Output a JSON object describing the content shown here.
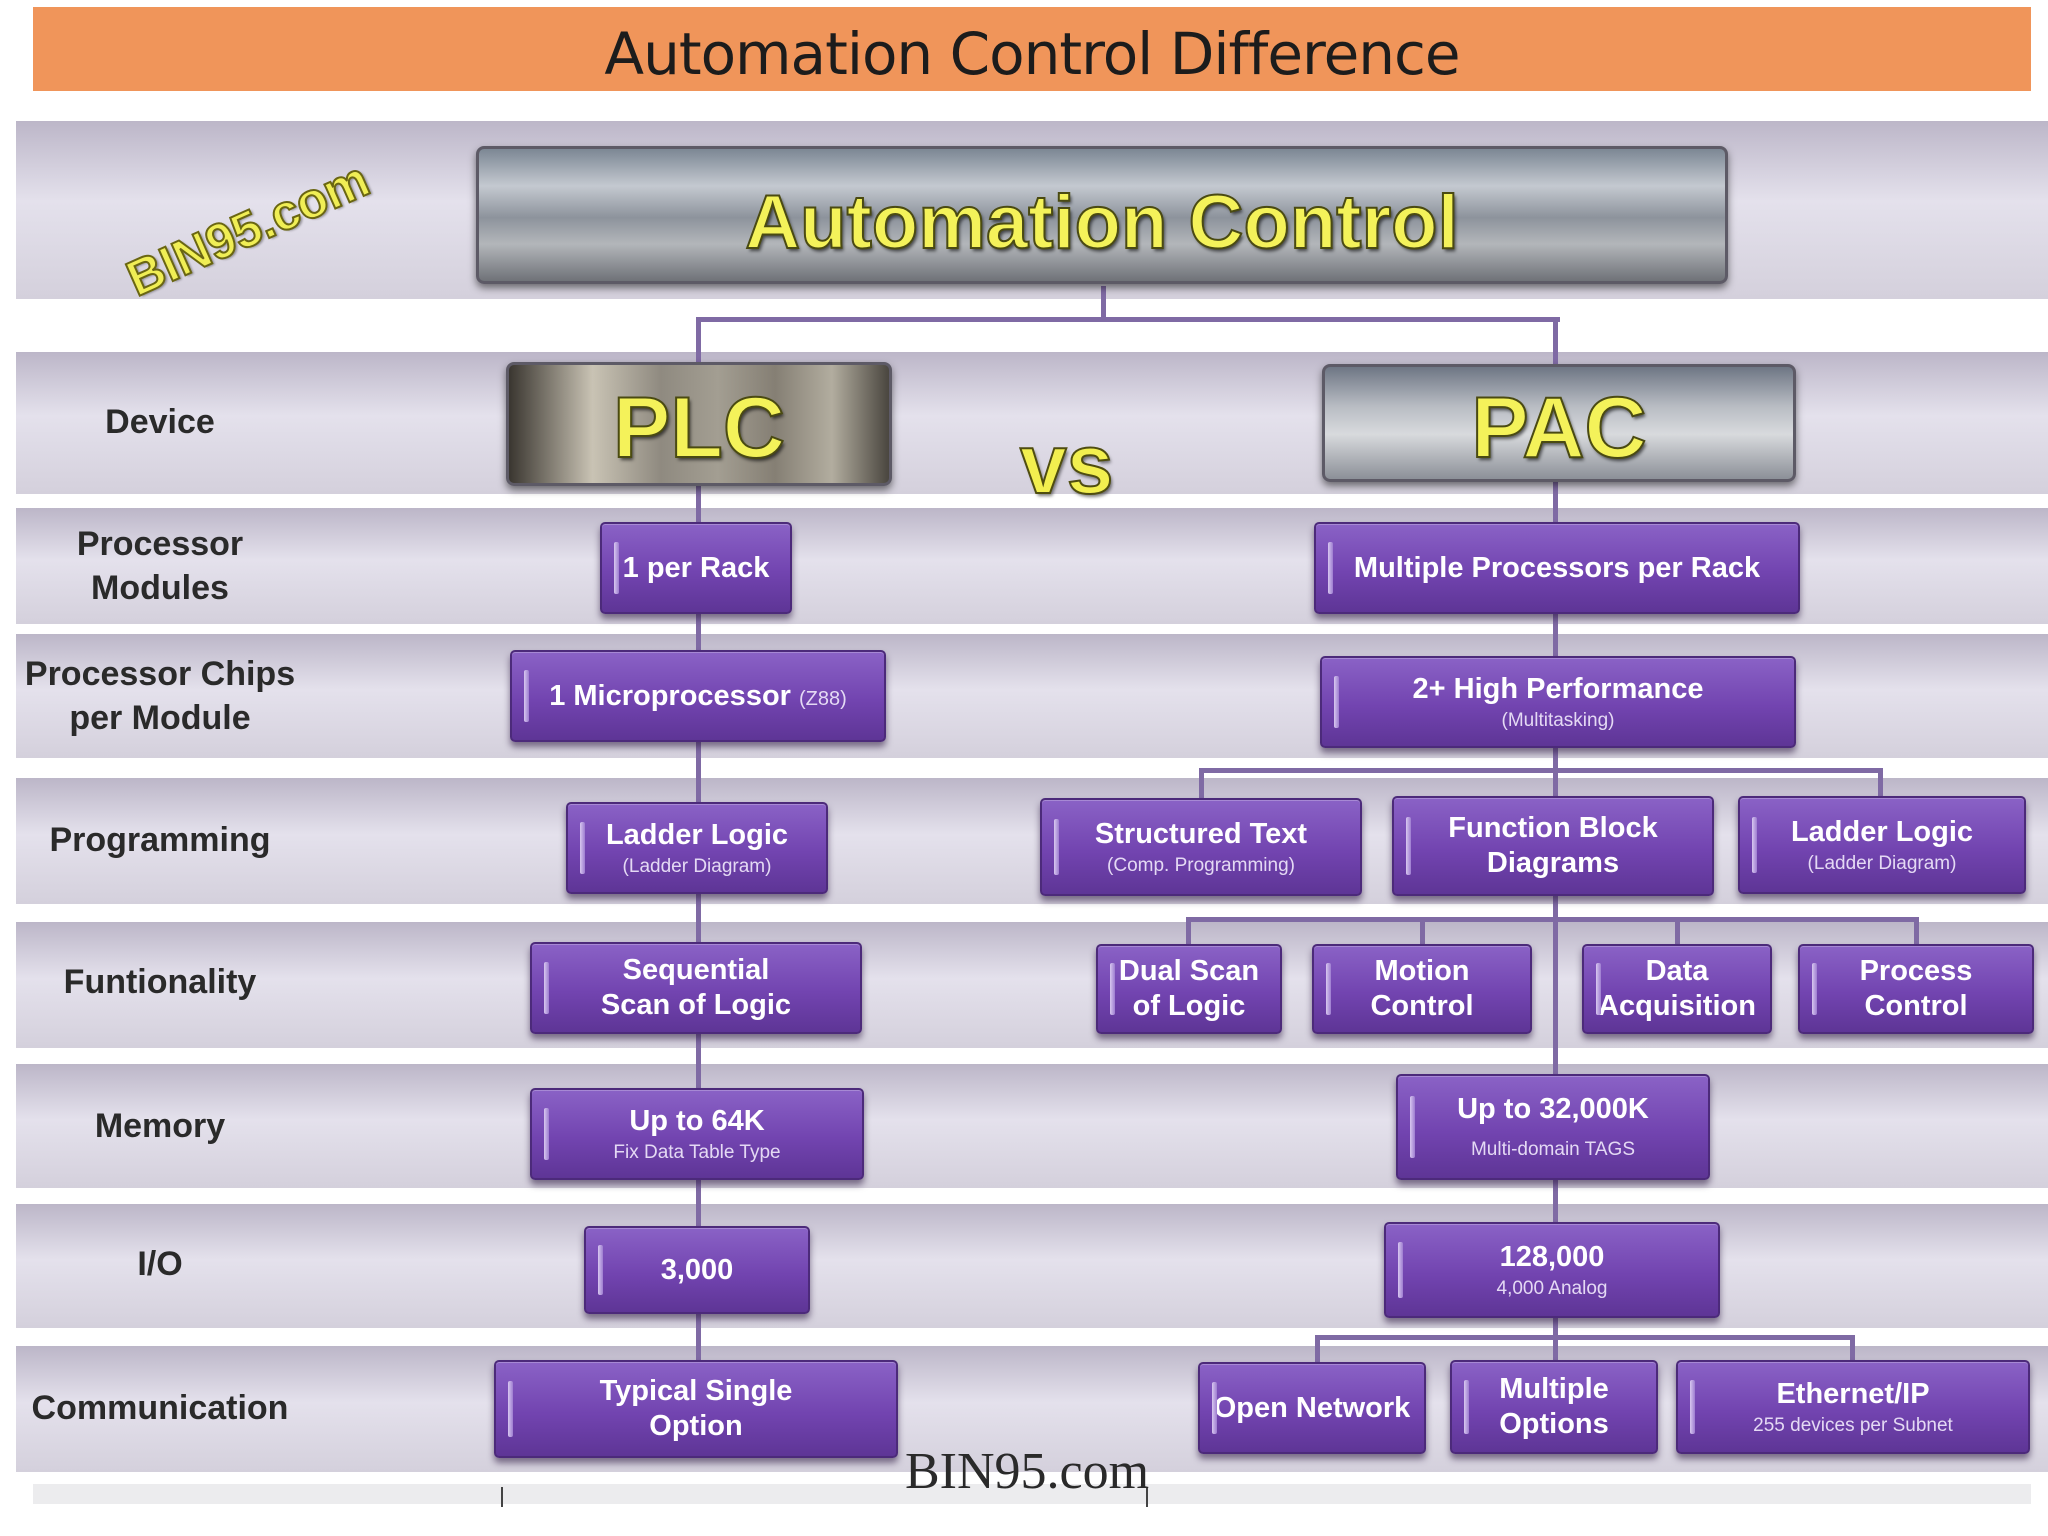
{
  "title": "Automation Control Difference",
  "watermark": "BIN95.com",
  "footer_mark": "BIN95.com",
  "root": {
    "label": "Automation Control"
  },
  "vs_label": "vs",
  "rows": {
    "device": "Device",
    "processor_modules": [
      "Processor",
      "Modules"
    ],
    "processor_chips": [
      "Processor Chips",
      "per Module"
    ],
    "programming": "Programming",
    "functionality": "Funtionality",
    "memory": "Memory",
    "io": "I/O",
    "communication": "Communication"
  },
  "plc": {
    "device": "PLC",
    "processor_modules": "1 per Rack",
    "processor_chips": {
      "main": "1 Microprocessor",
      "note": "(Z88)"
    },
    "programming": {
      "main": "Ladder Logic",
      "sub": "(Ladder Diagram)"
    },
    "functionality": [
      "Sequential",
      "Scan of Logic"
    ],
    "memory": {
      "main": "Up to 64K",
      "sub": "Fix Data Table Type"
    },
    "io": "3,000",
    "communication": [
      "Typical Single",
      "Option"
    ]
  },
  "pac": {
    "device": "PAC",
    "processor_modules": "Multiple Processors per Rack",
    "processor_chips": {
      "main": "2+ High Performance",
      "sub": "(Multitasking)"
    },
    "programming": [
      {
        "main": "Structured Text",
        "sub": "(Comp. Programming)"
      },
      {
        "main": [
          "Function Block",
          "Diagrams"
        ]
      },
      {
        "main": "Ladder Logic",
        "sub": "(Ladder Diagram)"
      }
    ],
    "functionality": [
      [
        "Dual Scan",
        "of Logic"
      ],
      [
        "Motion",
        "Control"
      ],
      [
        "Data",
        "Acquisition"
      ],
      [
        "Process",
        "Control"
      ]
    ],
    "memory": {
      "main": "Up to 32,000K",
      "sub": "Multi-domain TAGS"
    },
    "io": {
      "main": "128,000",
      "sub": "4,000 Analog"
    },
    "communication": [
      {
        "main": "Open Network"
      },
      {
        "main": [
          "Multiple",
          "Options"
        ]
      },
      {
        "main": "Ethernet/IP",
        "sub": "255 devices per Subnet"
      }
    ]
  },
  "colors": {
    "title_bar": "#f0955a",
    "box_fill": "#7244b0",
    "connector": "#7f6aa4",
    "highlight_text": "#f2ef4f"
  }
}
